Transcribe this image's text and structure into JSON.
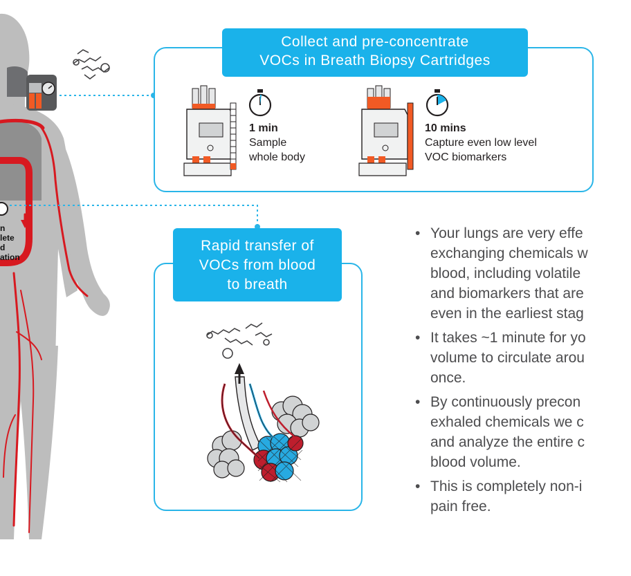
{
  "collect_banner": {
    "line1": "Collect and pre-concentrate",
    "line2": "VOCs in Breath Biopsy Cartridges"
  },
  "sample_1": {
    "time": "1 min",
    "line1": "Sample",
    "line2": "whole body"
  },
  "sample_10": {
    "time": "10 mins",
    "line1": "Capture even low level",
    "line2": "VOC biomarkers"
  },
  "transfer_banner": {
    "line1": "Rapid transfer of",
    "line2": "VOCs from blood",
    "line3": "to breath"
  },
  "body_label": {
    "line1": "n",
    "line2": "lete",
    "line3": "d",
    "line4": "ation"
  },
  "bullets": [
    {
      "line1": "Your lungs are very effe",
      "line2": "exchanging chemicals w",
      "line3": "blood, including volatile",
      "line4": "and biomarkers that are",
      "line5": "even in the earliest stag"
    },
    {
      "line1": "It takes ~1 minute for yo",
      "line2": "volume to circulate arou",
      "line3": "once."
    },
    {
      "line1": "By continuously precon",
      "line2": "exhaled chemicals we c",
      "line3": "and analyze the entire c",
      "line4": "blood volume."
    },
    {
      "line1": "This is completely non-i",
      "line2": "pain free."
    }
  ],
  "colors": {
    "accent": "#1ab2ea",
    "box_border": "#29b5e8",
    "artery_red": "#d71920",
    "body_gray": "#b8b8b8",
    "text_gray": "#4d4d4f"
  },
  "icons": [
    "human-body-figure",
    "breath-mask-icon",
    "molecule-icon",
    "cartridge-icon",
    "stopwatch-icon",
    "alveoli-illustration"
  ]
}
